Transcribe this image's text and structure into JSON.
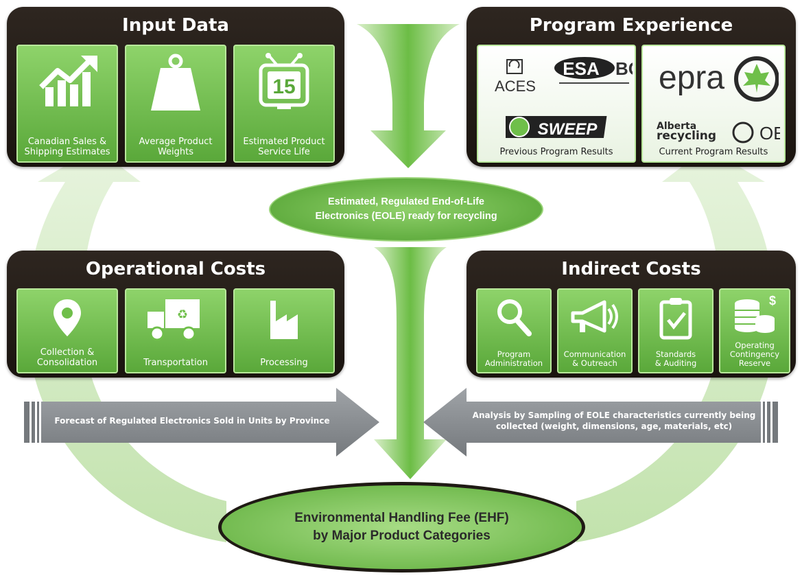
{
  "input_data": {
    "title": "Input Data",
    "tiles": [
      {
        "label_l1": "Canadian Sales &",
        "label_l2": "Shipping Estimates",
        "icon": "growth-chart-icon"
      },
      {
        "label_l1": "Average Product",
        "label_l2": "Weights",
        "icon": "weight-icon"
      },
      {
        "label_l1": "Estimated Product",
        "label_l2": "Service Life",
        "icon": "tv-15-icon",
        "icon_text": "15"
      }
    ]
  },
  "program_experience": {
    "title": "Program Experience",
    "previous": {
      "label": "Previous Program Results",
      "logos": {
        "aces": "ACES",
        "esa": "ESA",
        "bc": "BC",
        "sweep": "SWEEP"
      }
    },
    "current": {
      "label": "Current Program Results",
      "logos": {
        "epra": "epra",
        "alberta_l1": "Alberta",
        "alberta_l2": "recycling",
        "oes": "OES"
      }
    }
  },
  "center_oval": {
    "line1": "Estimated, Regulated End-of-Life",
    "line2": "Electronics (EOLE) ready for recycling"
  },
  "operational_costs": {
    "title": "Operational Costs",
    "tiles": [
      {
        "label_l1": "Collection &",
        "label_l2": "Consolidation",
        "icon": "map-pin-icon"
      },
      {
        "label_l1": "Transportation",
        "label_l2": "",
        "icon": "truck-icon"
      },
      {
        "label_l1": "Processing",
        "label_l2": "",
        "icon": "factory-icon"
      }
    ]
  },
  "indirect_costs": {
    "title": "Indirect Costs",
    "tiles": [
      {
        "label_l1": "Program",
        "label_l2": "Administration",
        "label_l3": "",
        "icon": "magnifier-icon"
      },
      {
        "label_l1": "Communication",
        "label_l2": "& Outreach",
        "label_l3": "",
        "icon": "megaphone-icon"
      },
      {
        "label_l1": "Standards",
        "label_l2": "& Auditing",
        "label_l3": "",
        "icon": "clipboard-check-icon"
      },
      {
        "label_l1": "Operating",
        "label_l2": "Contingency",
        "label_l3": "Reserve",
        "icon": "coins-icon",
        "icon_text": "$"
      }
    ]
  },
  "left_arrow_text": "Forecast of Regulated Electronics Sold in Units by Province",
  "right_arrow_text": {
    "line1": "Analysis by Sampling of EOLE characteristics currently being",
    "line2": "collected (weight, dimensions, age, materials, etc)"
  },
  "bottom_oval": {
    "line1": "Environmental Handling Fee (EHF)",
    "line2": "by Major Product Categories"
  },
  "colors": {
    "panel": "#221b15",
    "tile_green": "#6fbf4a",
    "arrow_green": "#5bb036",
    "light_green": "#c9e7b5",
    "grey_arrow": "#8a8d91"
  }
}
